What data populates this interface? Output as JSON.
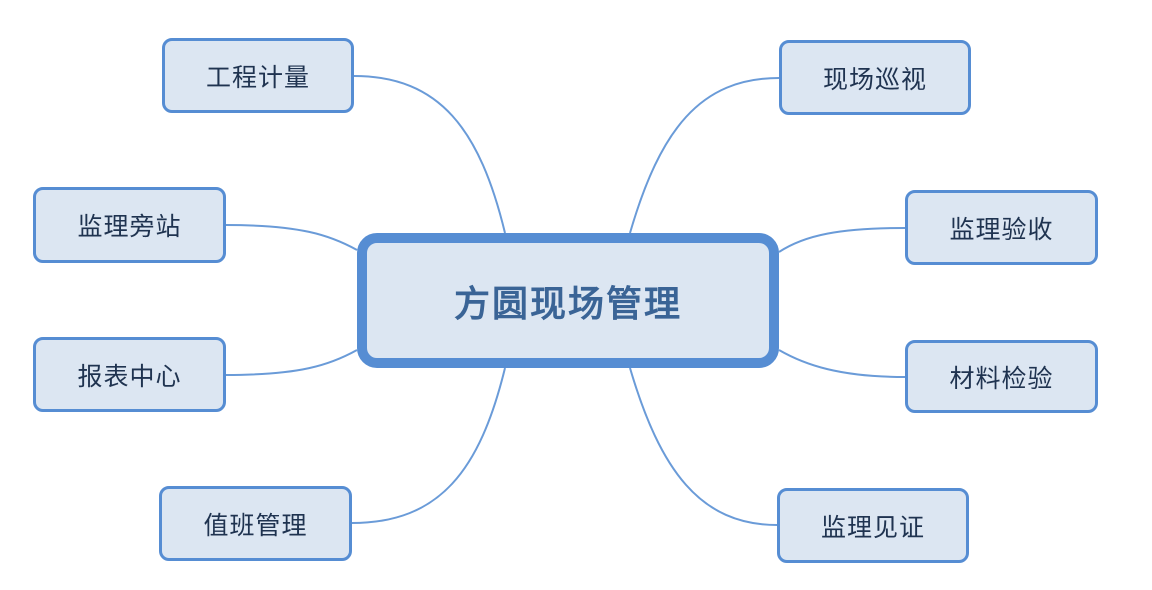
{
  "center": {
    "label": "方圆现场管理"
  },
  "left_nodes": [
    {
      "label": "工程计量"
    },
    {
      "label": "监理旁站"
    },
    {
      "label": "报表中心"
    },
    {
      "label": "值班管理"
    }
  ],
  "right_nodes": [
    {
      "label": "现场巡视"
    },
    {
      "label": "监理验收"
    },
    {
      "label": "材料检验"
    },
    {
      "label": "监理见证"
    }
  ],
  "colors": {
    "border": "#568dd3",
    "fill": "#dce6f2",
    "center_text": "#3a6496",
    "node_text": "#1f3350"
  }
}
